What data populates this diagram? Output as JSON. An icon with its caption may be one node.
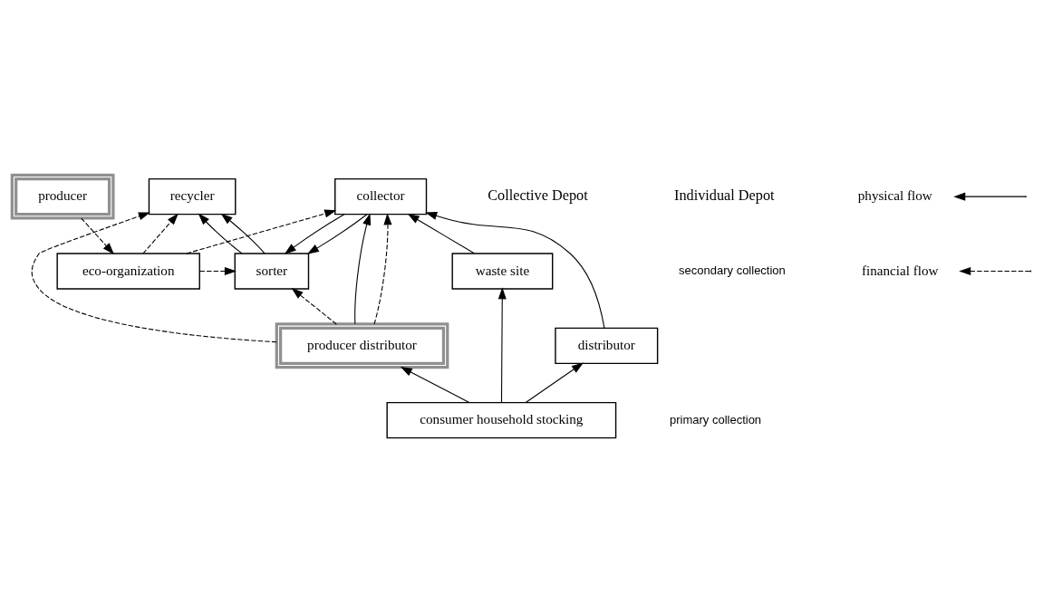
{
  "diagram": {
    "nodes": [
      {
        "text": [
          "producer"
        ]
      },
      {
        "text": [
          "eco-organization"
        ]
      },
      {
        "text": [
          "recycler"
        ]
      },
      {
        "text": [
          "sorter"
        ]
      },
      {
        "text": [
          "collector"
        ]
      },
      {
        "text": [
          "waste site"
        ]
      },
      {
        "text": [
          "distributor"
        ]
      },
      {
        "text": [
          "producer distributor"
        ]
      },
      {
        "text": [
          "consumer household stocking"
        ]
      }
    ],
    "edges": [
      {
        "from": 0,
        "to": 1,
        "arrow": "to",
        "style": "dashed"
      },
      {
        "from": 1,
        "to": 2,
        "arrow": "to",
        "style": "dashed"
      },
      {
        "from": 1,
        "to": 3,
        "arrow": "to",
        "style": "dashed"
      },
      {
        "from": 1,
        "to": 4,
        "arrow": "to",
        "style": "dashed"
      },
      {
        "from": 3,
        "to": 2,
        "arrow": "to"
      },
      {
        "from": 3,
        "to": 2,
        "arrow": "to"
      },
      {
        "from": 4,
        "to": 3,
        "arrow": "to"
      },
      {
        "from": 4,
        "to": 3,
        "arrow": "to"
      },
      {
        "from": 5,
        "to": 4,
        "arrow": "to"
      },
      {
        "from": 6,
        "to": 4,
        "arrow": "to"
      },
      {
        "from": 7,
        "to": 4,
        "arrow": "to"
      },
      {
        "from": 7,
        "to": 2,
        "arrow": "to",
        "style": "dashed"
      },
      {
        "from": 7,
        "to": 3,
        "arrow": "to",
        "style": "dashed"
      },
      {
        "from": 7,
        "to": 4,
        "arrow": "to",
        "style": "dashed"
      },
      {
        "from": 8,
        "to": 5,
        "arrow": "to"
      },
      {
        "from": 8,
        "to": 6,
        "arrow": "to"
      },
      {
        "from": 8,
        "to": 7,
        "arrow": "to"
      }
    ],
    "labels": [
      "Collective Depot",
      "Individual Depot",
      "secondary collection",
      "primary collection"
    ],
    "legend": [
      {
        "text": "physical flow"
      },
      {
        "text": "financial flow"
      }
    ]
  }
}
